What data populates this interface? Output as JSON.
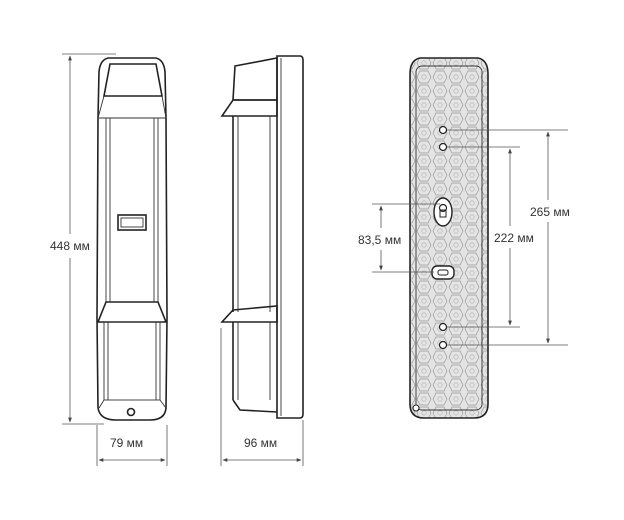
{
  "dimensions": {
    "front_height": "448 мм",
    "front_width": "79 мм",
    "side_depth": "96 мм",
    "rear_hole_spacing_small": "83,5 мм",
    "rear_hole_spacing_mid": "222 мм",
    "rear_hole_spacing_large": "265 мм"
  },
  "colors": {
    "outline": "#222222",
    "panel_fill": "#e6e6e6",
    "dimension_line": "#555555"
  }
}
